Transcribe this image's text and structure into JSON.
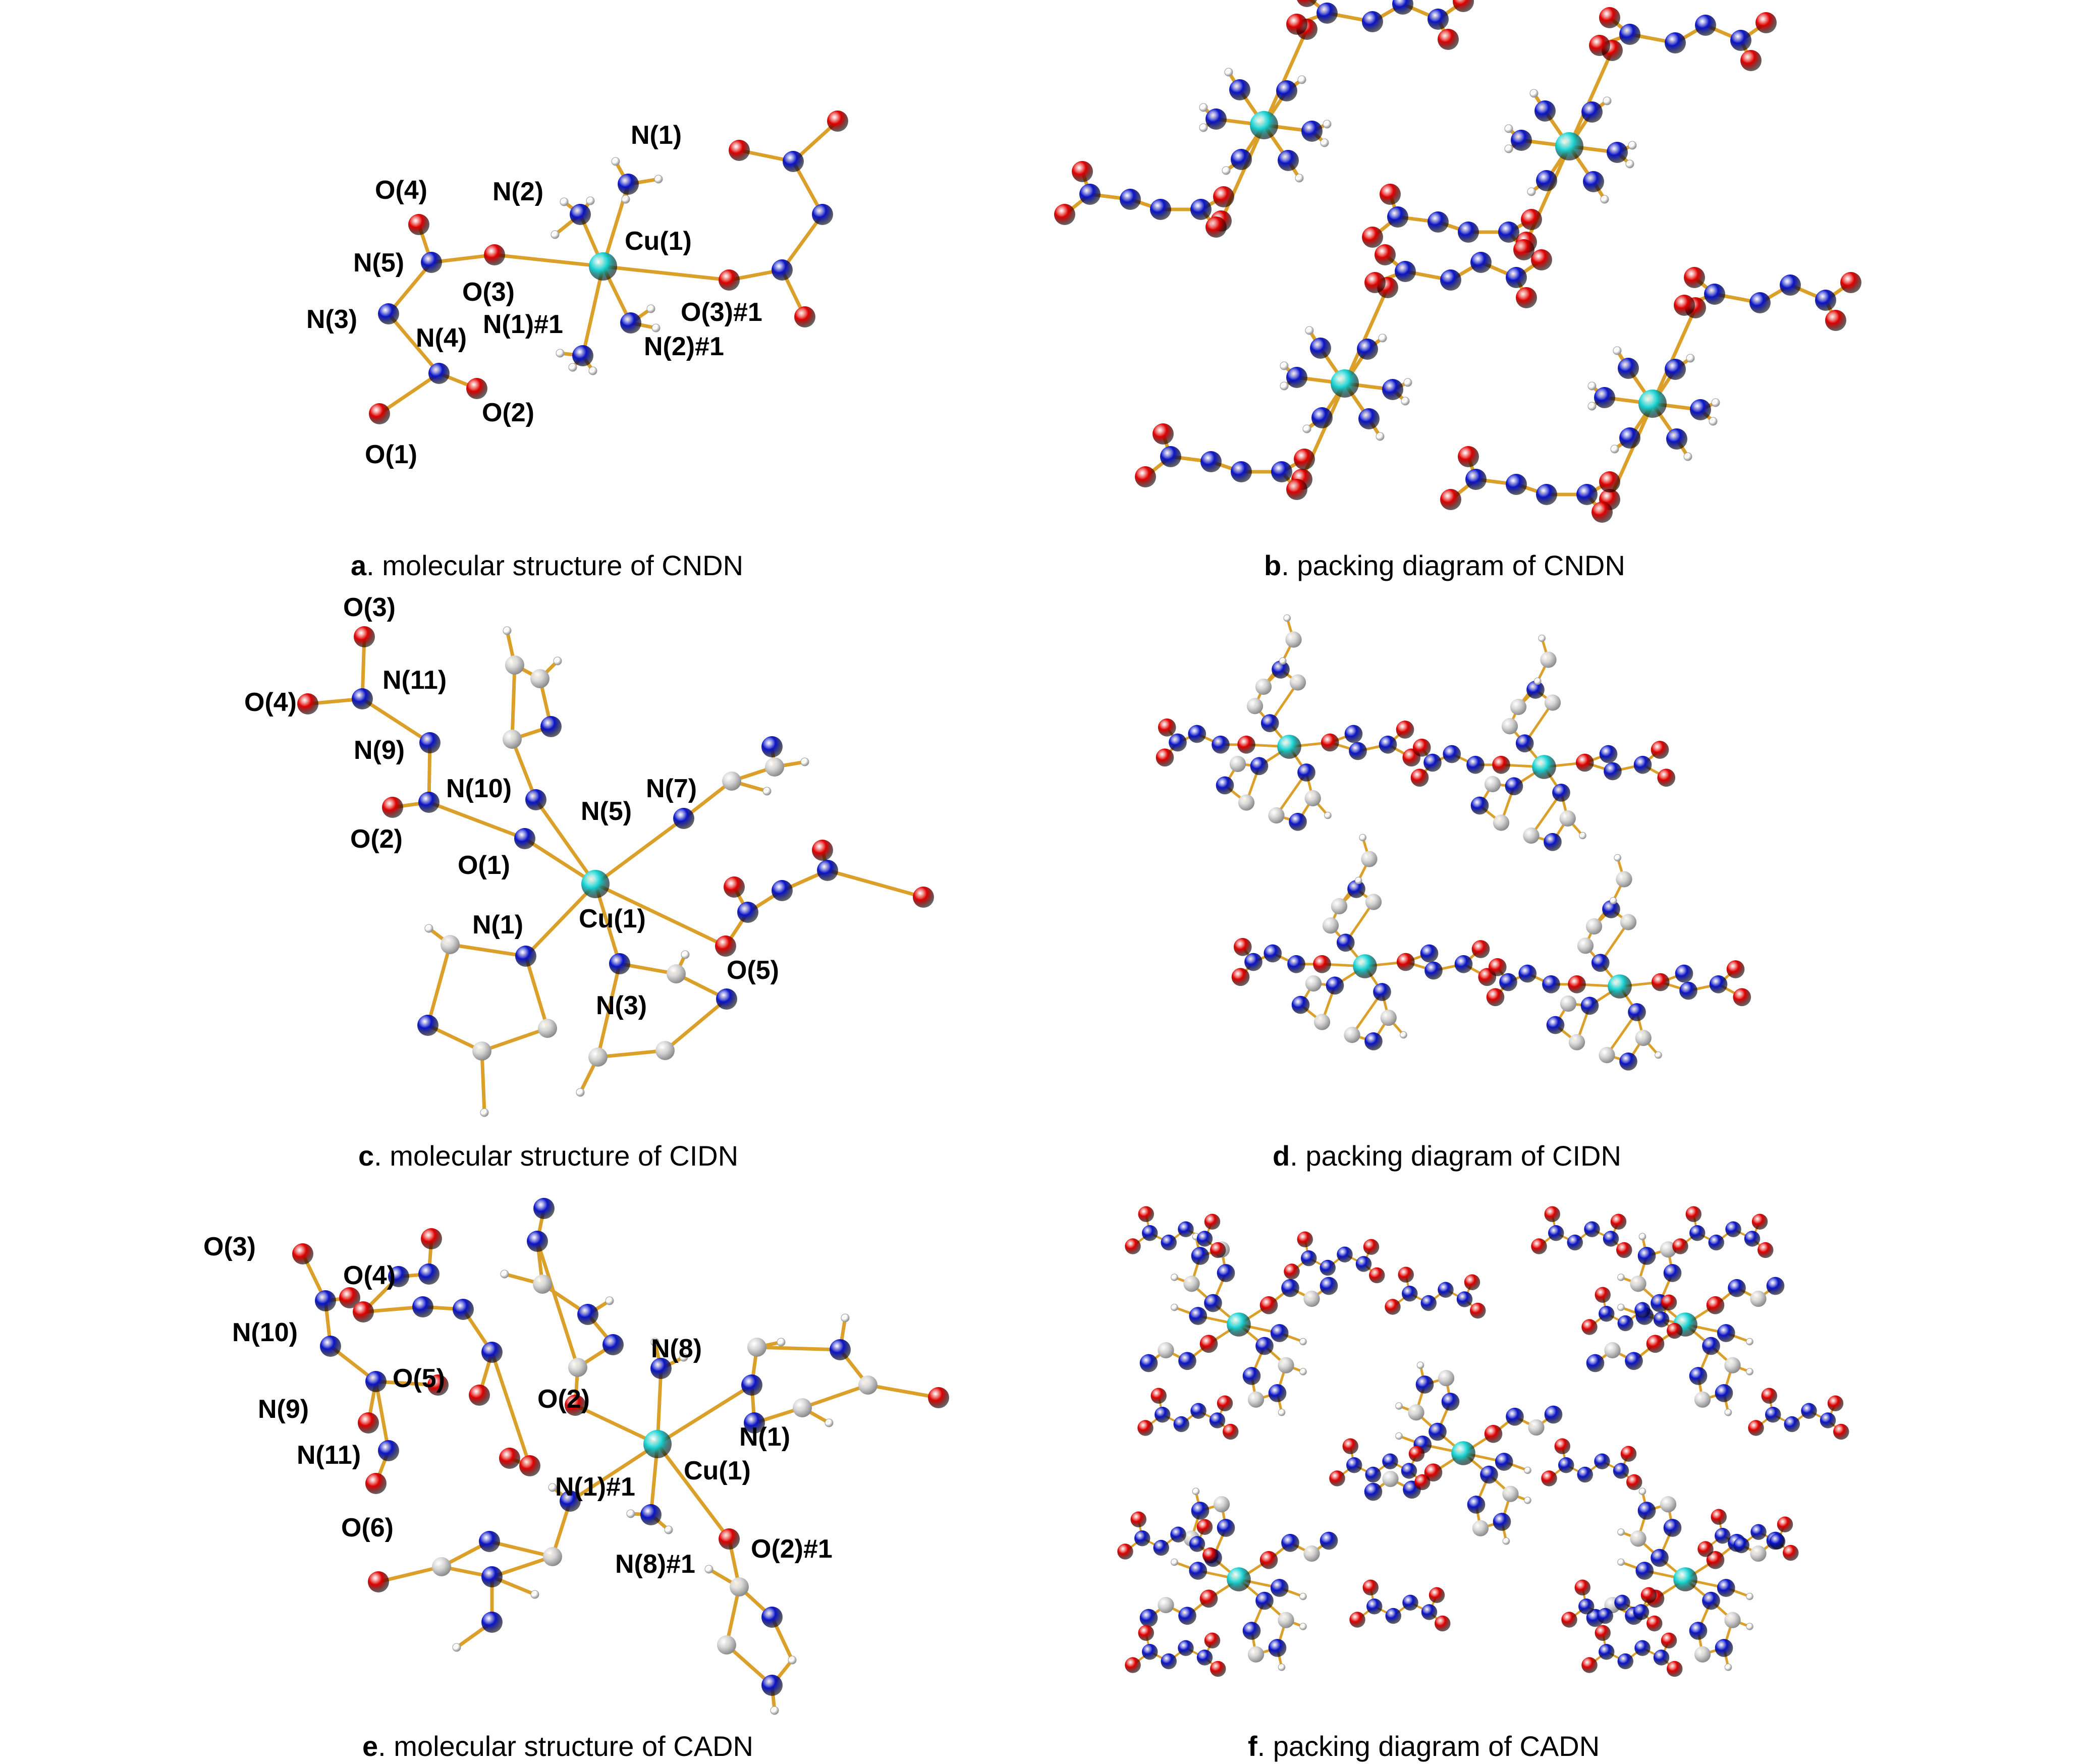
{
  "colors": {
    "cu": "#19d3d3",
    "n": "#0a14c8",
    "o": "#e00000",
    "c": "#d6d6d6",
    "h": "#ffffff",
    "bond": "#dba02a"
  },
  "panels": [
    {
      "letter": "a",
      "caption": ". molecular structure of CNDN",
      "labels": [
        "N(1)",
        "O(4)",
        "N(2)",
        "Cu(1)",
        "N(5)",
        "O(3)",
        "N(3)",
        "N(1)#1",
        "O(3)#1",
        "N(4)",
        "N(2)#1",
        "O(2)",
        "O(1)"
      ]
    },
    {
      "letter": "b",
      "caption": ". packing diagram of CNDN",
      "labels": []
    },
    {
      "letter": "c",
      "caption": ". molecular structure of CIDN",
      "labels": [
        "O(3)",
        "N(11)",
        "O(4)",
        "N(9)",
        "N(10)",
        "N(7)",
        "N(5)",
        "O(2)",
        "O(1)",
        "N(1)",
        "Cu(1)",
        "O(5)",
        "N(3)"
      ]
    },
    {
      "letter": "d",
      "caption": ". packing diagram of CIDN",
      "labels": []
    },
    {
      "letter": "e",
      "caption": ". molecular structure of CADN",
      "labels": [
        "O(3)",
        "O(4)",
        "N(10)",
        "N(8)",
        "O(5)",
        "O(2)",
        "N(9)",
        "N(1)",
        "N(11)",
        "Cu(1)",
        "N(1)#1",
        "O(2)#1",
        "O(6)",
        "N(8)#1"
      ]
    },
    {
      "letter": "f",
      "caption": ". packing diagram of CADN",
      "labels": []
    }
  ]
}
